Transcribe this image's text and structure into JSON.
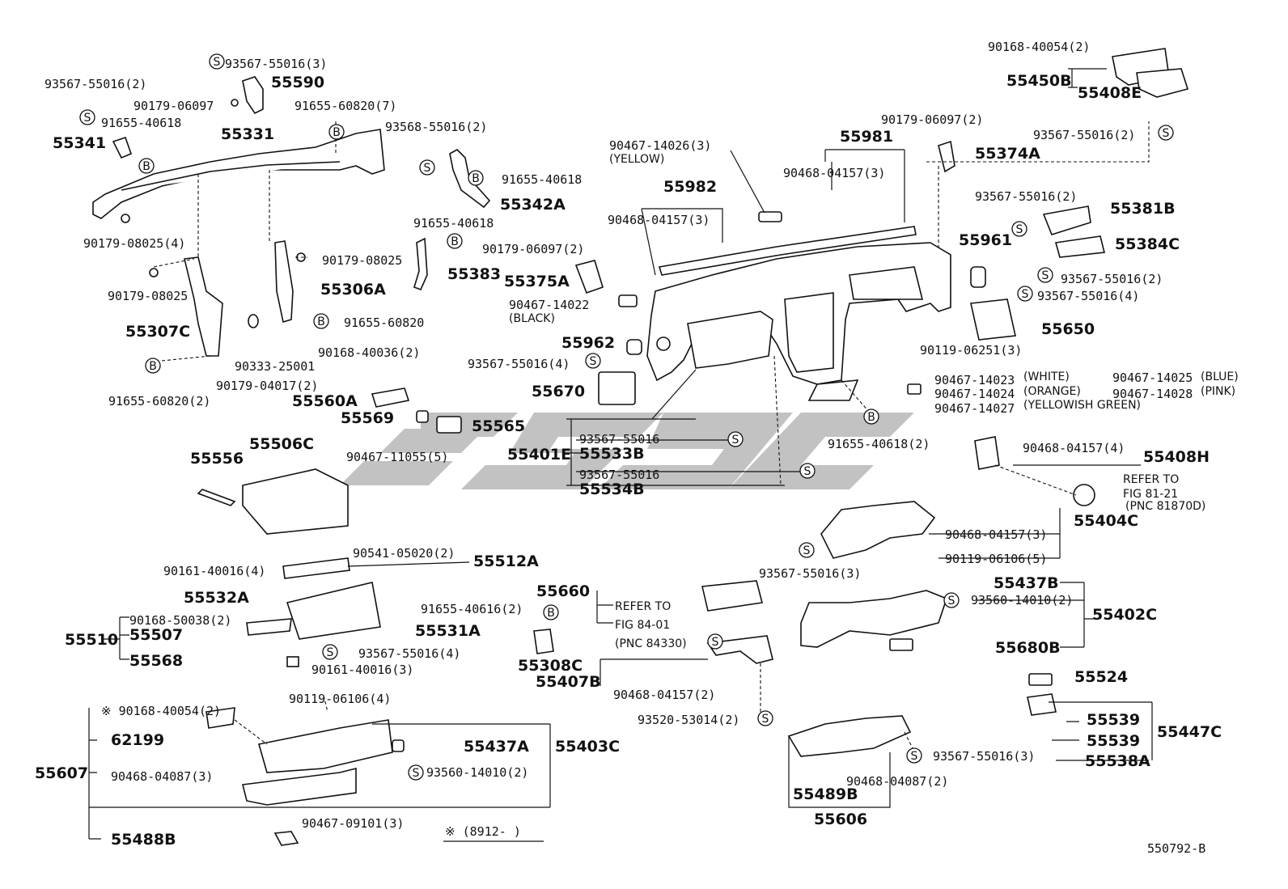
{
  "labels": {
    "l1": "93567-55016(3)",
    "l2": "55590",
    "l3": "93567-55016(2)",
    "l4": "90179-06097",
    "l5": "91655-60820(7)",
    "l6": "91655-40618",
    "l7": "55341",
    "l8": "55331",
    "l9": "93568-55016(2)",
    "l10": "91655-40618",
    "l11": "55342A",
    "l12": "91655-40618",
    "l13": "90179-08025(4)",
    "l14": "90179-08025",
    "l15": "55383",
    "l16": "90179-08025",
    "l17": "55306A",
    "l18": "55307C",
    "l19": "91655-60820",
    "l20": "90333-25001",
    "l21": "91655-60820(2)",
    "l22": "90168-40036(2)",
    "l23": "90179-04017(2)",
    "l24": "55560A",
    "l25": "55569",
    "l26": "55565",
    "l27": "90179-06097(2)",
    "l28": "55375A",
    "l29": "90467-14022",
    "l30": "(BLACK)",
    "l31": "55962",
    "l32": "93567-55016(4)",
    "l33": "55670",
    "l34": "55401E",
    "l35": "93567-55016",
    "l36": "55533B",
    "l37": "93567-55016",
    "l38": "55534B",
    "l39": "90467-14026(3)",
    "l40": "(YELLOW)",
    "l41": "55982",
    "l42": "90468-04157(3)",
    "l43": "55981",
    "l44": "90468-04157(3)",
    "l45": "90179-06097(2)",
    "l46": "55374A",
    "l47": "90168-40054(2)",
    "l48": "55450B",
    "l49": "55408E",
    "l50": "93567-55016(2)",
    "l51": "93567-55016(2)",
    "l52": "55381B",
    "l53": "55961",
    "l54": "55384C",
    "l55": "93567-55016(2)",
    "l56": "93567-55016(4)",
    "l57": "55650",
    "l58": "90119-06251(3)",
    "l59": "90467-14023",
    "l60": "(WHITE)",
    "l61": "90467-14024",
    "l62": "(ORANGE)",
    "l63": "90467-14027",
    "l64": "(YELLOWISH GREEN)",
    "l65": "90467-14025",
    "l66": "(BLUE)",
    "l67": "90467-14028",
    "l68": "(PINK)",
    "l69": "91655-40618(2)",
    "l70": "90468-04157(4)",
    "l71": "55408H",
    "l72": "REFER TO",
    "l73": "FIG 81-21",
    "l74": "(PNC 81870D)",
    "l75": "55404C",
    "l76": "90468-04157(3)",
    "l77": "90119-06106(5)",
    "l78": "93567-55016(3)",
    "l79": "55437B",
    "l80": "93560-14010(2)",
    "l81": "55402C",
    "l82": "55680B",
    "l83": "55524",
    "l84": "55539",
    "l85": "55539",
    "l86": "55447C",
    "l87": "55538A",
    "l88": "93567-55016(3)",
    "l89": "90468-04087(2)",
    "l90": "55489B",
    "l91": "55606",
    "l92": "55556",
    "l93": "55506C",
    "l94": "90467-11055(5)",
    "l95": "90541-05020(2)",
    "l96": "55512A",
    "l97": "90161-40016(4)",
    "l98": "55532A",
    "l99": "90168-50038(2)",
    "l100": "55507",
    "l101": "55510",
    "l102": "55531A",
    "l103": "93567-55016(4)",
    "l104": "55568",
    "l105": "90161-40016(3)",
    "l106": "55660",
    "l107": "REFER TO",
    "l108": "FIG 84-01",
    "l109": "(PNC 84330)",
    "l110": "91655-40616(2)",
    "l111": "55308C",
    "l112": "55407B",
    "l113": "90468-04157(2)",
    "l114": "93520-53014(2)",
    "l115": "※ 90168-40054(2)",
    "l116": "62199",
    "l117": "55607",
    "l118": "90468-04087(3)",
    "l119": "55488B",
    "l120": "90119-06106(4)",
    "l121": "55437A",
    "l122": "55403C",
    "l123": "93560-14010(2)",
    "l124": "90467-09101(3)",
    "l125": "※ (8912-        )",
    "l126": "550792-B"
  },
  "symbols": {
    "s": "S",
    "b": "B"
  },
  "watermark": "cs9c",
  "colors": {
    "line": "#111111",
    "watermark": "#9a9a9a",
    "background": "#ffffff"
  }
}
